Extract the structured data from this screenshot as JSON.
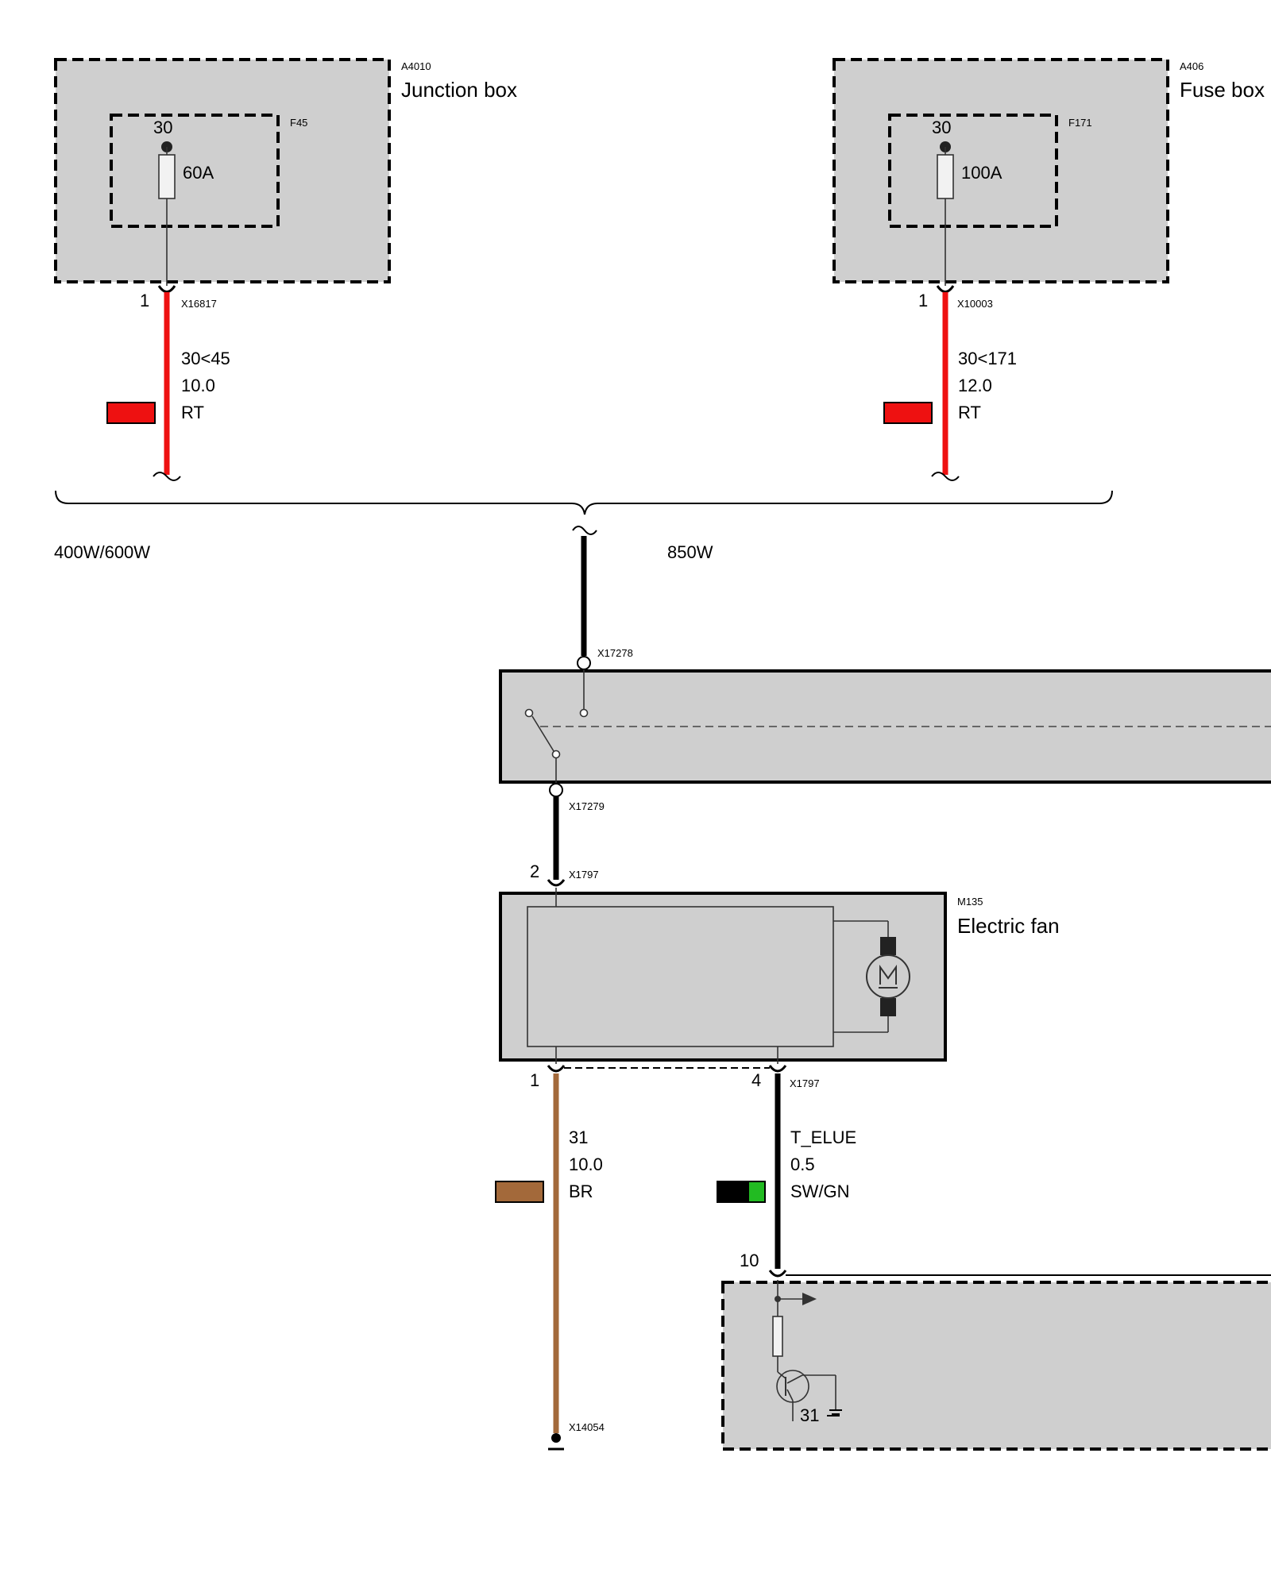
{
  "components": {
    "junction_box": {
      "id": "A4010",
      "name": "Junction box",
      "fuse_id": "F45",
      "terminal": "30",
      "rating": "60A"
    },
    "fuse_box": {
      "id": "A406",
      "name": "Fuse box",
      "fuse_id": "F171",
      "terminal": "30",
      "rating": "100A"
    },
    "electric_fan": {
      "id": "M135",
      "name": "Electric fan"
    }
  },
  "connectors": {
    "jb_out": {
      "pin": "1",
      "id": "X16817"
    },
    "fb_out": {
      "pin": "1",
      "id": "X10003"
    },
    "relay_in": {
      "id": "X17278"
    },
    "relay_out": {
      "id": "X17279"
    },
    "fan_in": {
      "pin": "2",
      "id": "X1797"
    },
    "fan_gnd": {
      "pin": "1"
    },
    "fan_ctrl": {
      "pin": "4",
      "id": "X1797"
    },
    "ground_point": {
      "id": "X14054"
    },
    "ecu_pin": {
      "pin": "10"
    }
  },
  "wires": {
    "jb_wire": {
      "signal": "30<45",
      "size": "10.0",
      "color": "RT",
      "swatch": "#ee1111"
    },
    "fb_wire": {
      "signal": "30<171",
      "size": "12.0",
      "color": "RT",
      "swatch": "#ee1111"
    },
    "gnd_wire": {
      "signal": "31",
      "size": "10.0",
      "color": "BR",
      "swatch": "#a3693a"
    },
    "ctrl_wire": {
      "signal": "T_ELUE",
      "size": "0.5",
      "color": "SW/GN",
      "swatch_a": "#000000",
      "swatch_b": "#22bb22"
    }
  },
  "variants": {
    "left": "400W/600W",
    "right": "850W"
  },
  "ecu": {
    "ground_label": "31"
  }
}
